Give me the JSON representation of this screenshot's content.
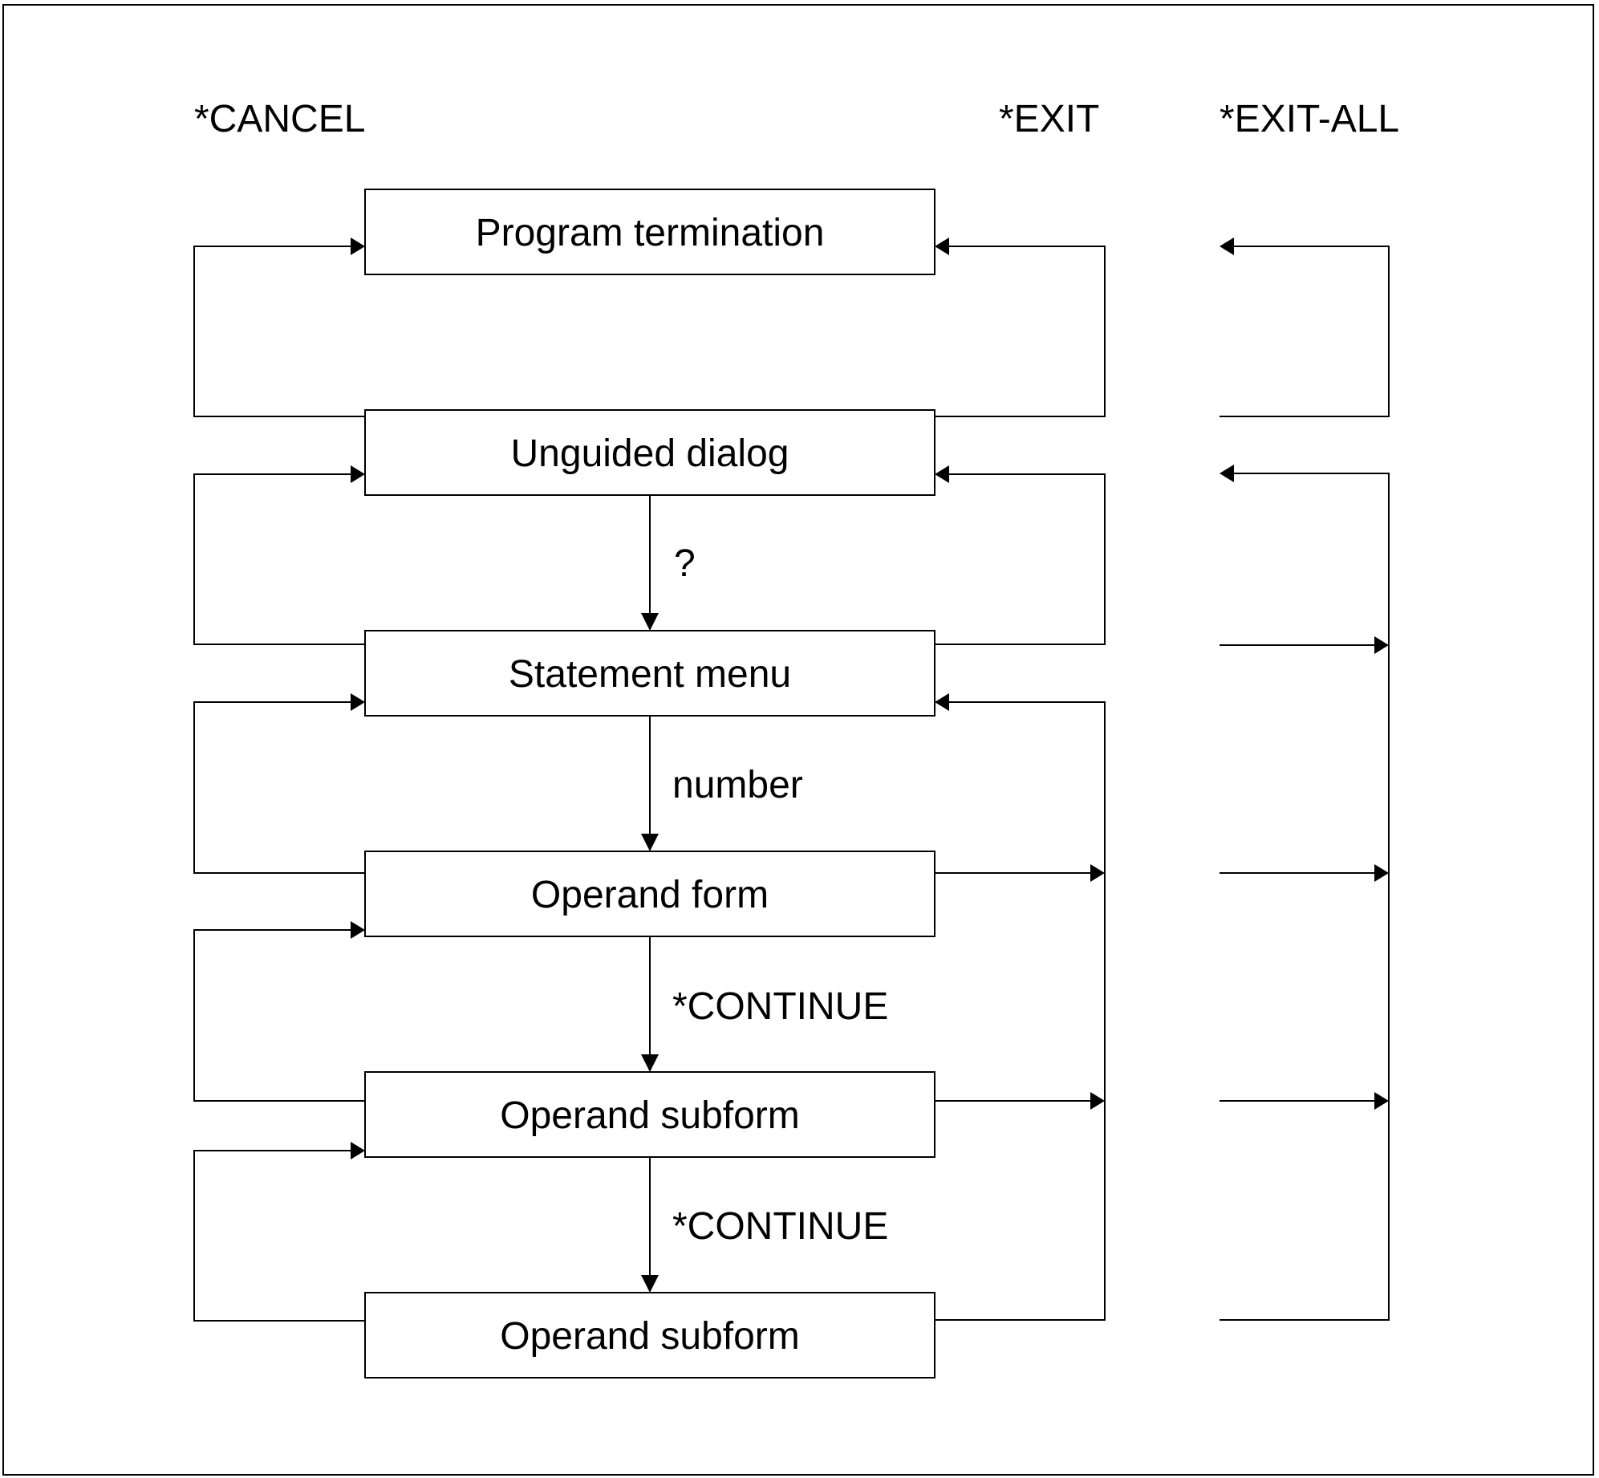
{
  "headers": {
    "cancel": "*CANCEL",
    "exit": "*EXIT",
    "exit_all": "*EXIT-ALL"
  },
  "boxes": [
    "Program termination",
    "Unguided dialog",
    "Statement menu",
    "Operand form",
    "Operand subform",
    "Operand subform"
  ],
  "flow_labels": {
    "question": "?",
    "number": "number",
    "continue_1": "*CONTINUE",
    "continue_2": "*CONTINUE"
  },
  "colors": {
    "stroke": "#000000",
    "background": "#ffffff"
  }
}
